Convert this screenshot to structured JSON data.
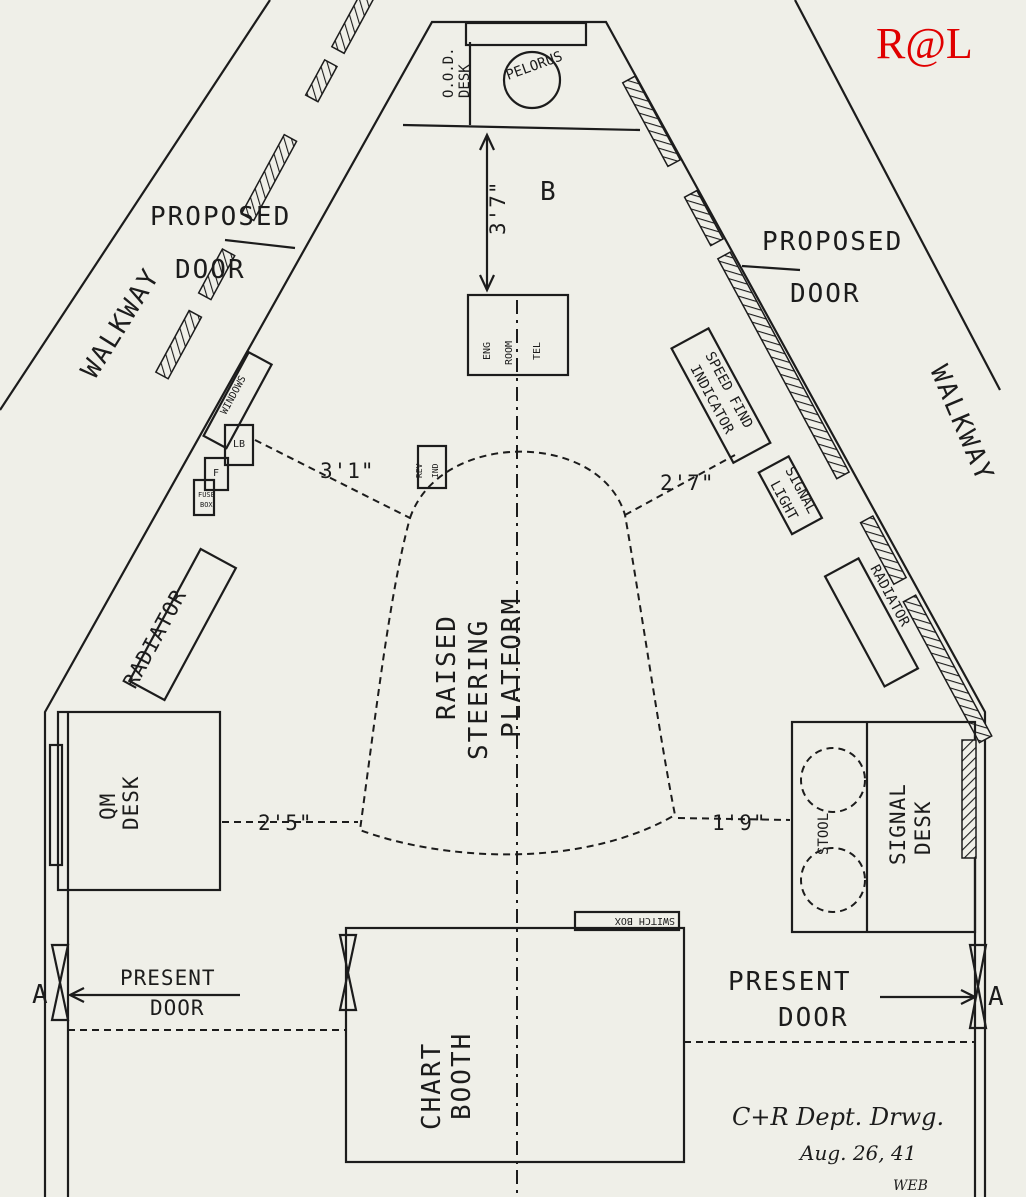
{
  "logo": "R@L",
  "labels": {
    "walkway": "WALKWAY",
    "walkway_right": "WALKWAY",
    "proposed_left": "PROPOSED",
    "door_left": "DOOR",
    "proposed_right": "PROPOSED",
    "door_right": "DOOR",
    "ood_desk_1": "O.O.D.",
    "ood_desk_2": "DESK",
    "pelorus": "PELORUS",
    "point_b": "B",
    "dim_3_7": "3'7\"",
    "eng_1": "ENG",
    "eng_2": "ROOM",
    "eng_3": "TEL",
    "windows": "WINDOWS",
    "lb": "LB",
    "f": "F",
    "fuse_box_1": "FUSE",
    "fuse_box_2": "BOX",
    "dim_3_1": "3'1\"",
    "rev_ind_1": "REV",
    "rev_ind_2": "IND",
    "speed_1": "SPEED FIND",
    "speed_2": "INDICATOR",
    "dim_2_7": "2'7\"",
    "signal_1": "SIGNAL",
    "signal_2": "LIGHT",
    "radiator_left": "RADIATOR",
    "radiator_right": "RADIATOR",
    "platform_1": "RAISED",
    "platform_2": "STEERING",
    "platform_3": "PLATFORM",
    "qm_1": "QM",
    "qm_2": "DESK",
    "dim_2_5": "2'5\"",
    "dim_1_9": "1'9\"",
    "stool": "STOOL",
    "signal_desk_1": "SIGNAL",
    "signal_desk_2": "DESK",
    "switch_box": "SWITCH BOX",
    "a_left": "A",
    "a_right": "A",
    "present_left": "PRESENT",
    "door_present_left": "DOOR",
    "present_right": "PRESENT",
    "door_present_right": "DOOR",
    "chart_1": "CHART",
    "chart_2": "BOOTH",
    "credit_1": "C+R  Dept. Drwg.",
    "credit_2": "Aug. 26, 41",
    "credit_3": "WEB"
  }
}
